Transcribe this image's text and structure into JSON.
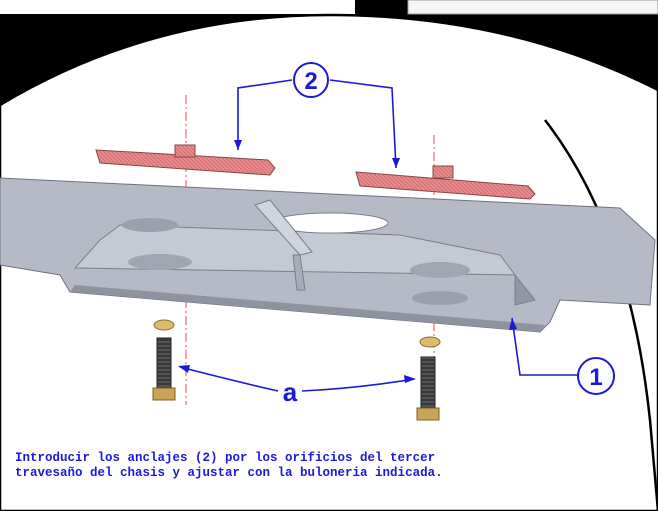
{
  "callouts": {
    "anchors": "2",
    "crossmember": "1",
    "bolts": "a"
  },
  "caption": {
    "line1": "Introducir los anclajes (2) por los orificios del tercer",
    "line2": "travesaño del chasis y ajustar con la buloneria indicada."
  },
  "colors": {
    "background": "#000000",
    "detail_view": "#ffffff",
    "callout": "#1a1ad8",
    "anchor_plate": "#e08a8a",
    "chassis": "#b8bcc8",
    "centerline": "#e05050",
    "bolt": "#4a4a4a",
    "washer": "#d9b86a"
  }
}
